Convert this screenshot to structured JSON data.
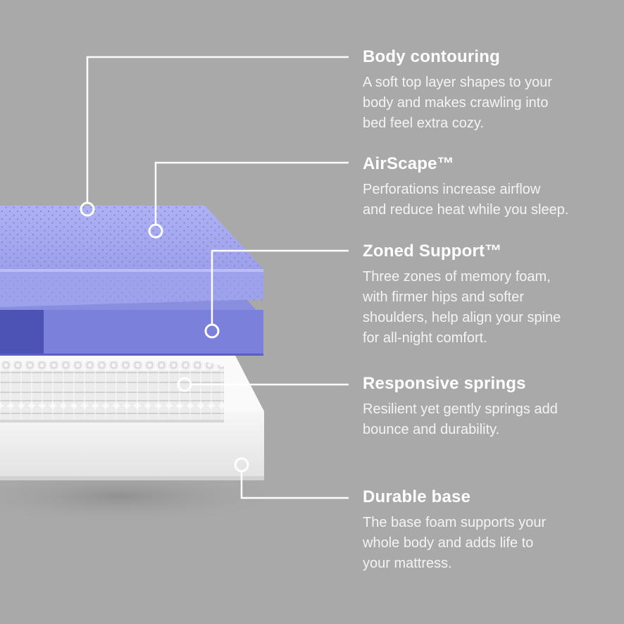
{
  "colors": {
    "background": "#a9a9a9",
    "top_layer": "#a7aaf0",
    "support_layer_dark": "#4d53b5",
    "support_layer_light": "#7b80db",
    "springs": "#e9e9e9",
    "base": "#f3f3f3",
    "callout_line": "#ffffff"
  },
  "features": [
    {
      "title": "Body contouring",
      "description": "A soft top layer shapes to your\nbody and makes crawling into\nbed feel extra cozy."
    },
    {
      "title": "AirScape™",
      "description": "Perforations increase airflow\nand reduce heat while you sleep."
    },
    {
      "title": "Zoned Support™",
      "description": "Three zones of memory foam,\nwith firmer hips and softer\nshoulders, help align your spine\nfor all-night comfort."
    },
    {
      "title": "Responsive springs",
      "description": "Resilient yet gently springs add\nbounce and durability."
    },
    {
      "title": "Durable base",
      "description": "The base foam supports your\nwhole body and adds life to\nyour mattress."
    }
  ]
}
